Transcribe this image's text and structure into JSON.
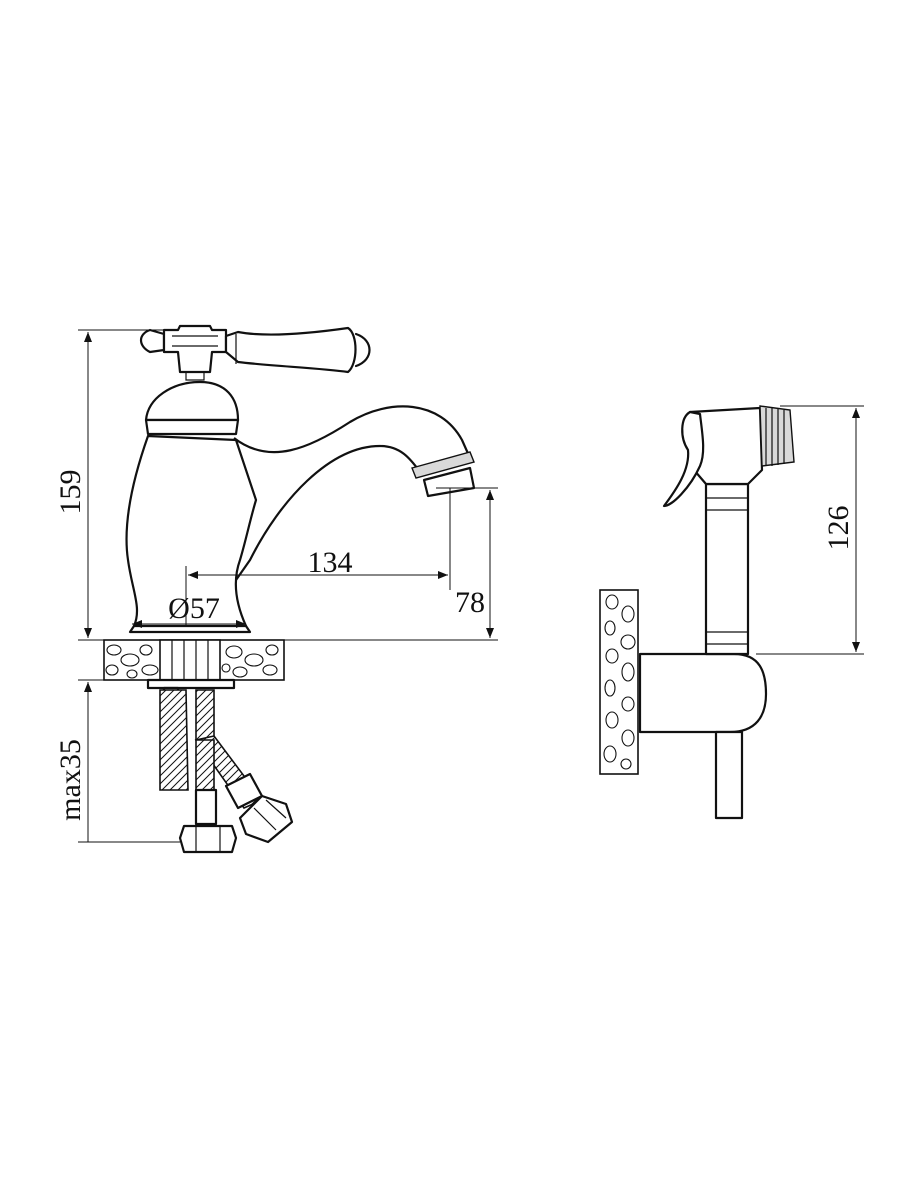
{
  "dimensions": {
    "total_height": "159",
    "spout_reach": "134",
    "spout_height": "78",
    "base_diameter": "Ø57",
    "max_mount": "max35",
    "shower_height": "126"
  }
}
